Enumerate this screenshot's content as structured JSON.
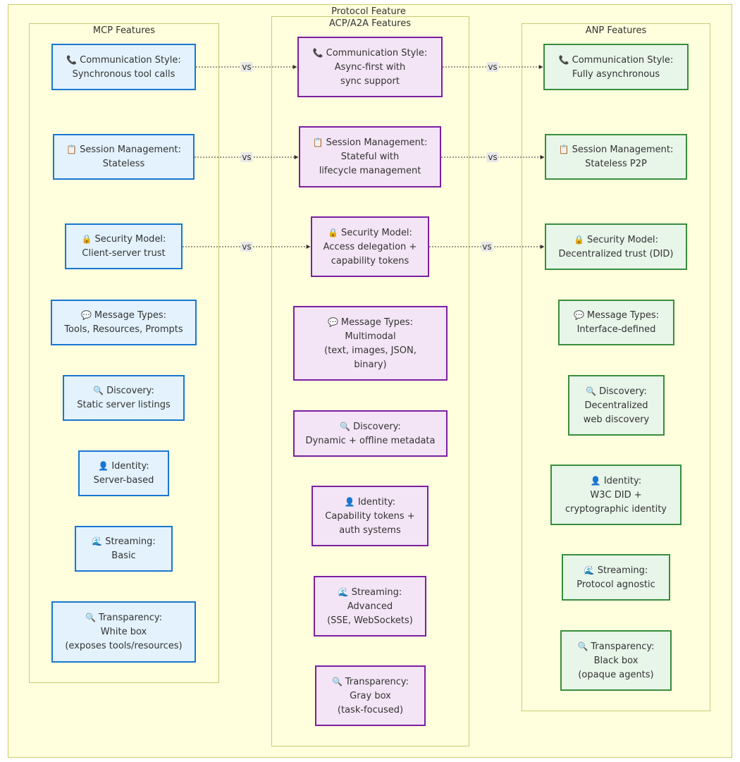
{
  "diagram": {
    "outer_title": "Protocol Feature",
    "edge_label": "vs",
    "groups": {
      "mcp": {
        "title": "MCP Features",
        "nodes": [
          {
            "icon": "📞",
            "icon_name": "phone-icon",
            "lines": [
              "Communication Style:",
              "Synchronous tool calls"
            ]
          },
          {
            "icon": "📋",
            "icon_name": "clipboard-icon",
            "lines": [
              "Session Management:",
              "Stateless"
            ]
          },
          {
            "icon": "🔒",
            "icon_name": "lock-icon",
            "lines": [
              "Security Model:",
              "Client-server trust"
            ]
          },
          {
            "icon": "💬",
            "icon_name": "speech-bubble-icon",
            "lines": [
              "Message Types:",
              "Tools, Resources, Prompts"
            ]
          },
          {
            "icon": "🔍",
            "icon_name": "magnifier-icon",
            "lines": [
              "Discovery:",
              "Static server listings"
            ]
          },
          {
            "icon": "👤",
            "icon_name": "person-icon",
            "lines": [
              "Identity:",
              "Server-based"
            ]
          },
          {
            "icon": "🌊",
            "icon_name": "wave-icon",
            "lines": [
              "Streaming:",
              "Basic"
            ]
          },
          {
            "icon": "🔍",
            "icon_name": "magnifier-icon",
            "lines": [
              "Transparency:",
              "White box",
              "(exposes tools/resources)"
            ]
          }
        ]
      },
      "acp": {
        "title": "ACP/A2A Features",
        "nodes": [
          {
            "icon": "📞",
            "icon_name": "phone-icon",
            "lines": [
              "Communication Style:",
              "Async-first with",
              "sync support"
            ]
          },
          {
            "icon": "📋",
            "icon_name": "clipboard-icon",
            "lines": [
              "Session Management:",
              "Stateful with",
              "lifecycle management"
            ]
          },
          {
            "icon": "🔒",
            "icon_name": "lock-icon",
            "lines": [
              "Security Model:",
              "Access delegation +",
              "capability tokens"
            ]
          },
          {
            "icon": "💬",
            "icon_name": "speech-bubble-icon",
            "lines": [
              "Message Types:",
              "Multimodal",
              "(text, images, JSON,",
              "binary)"
            ]
          },
          {
            "icon": "🔍",
            "icon_name": "magnifier-icon",
            "lines": [
              "Discovery:",
              "Dynamic + offline metadata"
            ]
          },
          {
            "icon": "👤",
            "icon_name": "person-icon",
            "lines": [
              "Identity:",
              "Capability tokens +",
              "auth systems"
            ]
          },
          {
            "icon": "🌊",
            "icon_name": "wave-icon",
            "lines": [
              "Streaming:",
              "Advanced",
              "(SSE, WebSockets)"
            ]
          },
          {
            "icon": "🔍",
            "icon_name": "magnifier-icon",
            "lines": [
              "Transparency:",
              "Gray box",
              "(task-focused)"
            ]
          }
        ]
      },
      "anp": {
        "title": "ANP Features",
        "nodes": [
          {
            "icon": "📞",
            "icon_name": "phone-icon",
            "lines": [
              "Communication Style:",
              "Fully asynchronous"
            ]
          },
          {
            "icon": "📋",
            "icon_name": "clipboard-icon",
            "lines": [
              "Session Management:",
              "Stateless P2P"
            ]
          },
          {
            "icon": "🔒",
            "icon_name": "lock-icon",
            "lines": [
              "Security Model:",
              "Decentralized trust (DID)"
            ]
          },
          {
            "icon": "💬",
            "icon_name": "speech-bubble-icon",
            "lines": [
              "Message Types:",
              "Interface-defined"
            ]
          },
          {
            "icon": "🔍",
            "icon_name": "magnifier-icon",
            "lines": [
              "Discovery:",
              "Decentralized",
              "web discovery"
            ]
          },
          {
            "icon": "👤",
            "icon_name": "person-icon",
            "lines": [
              "Identity:",
              "W3C DID +",
              "cryptographic identity"
            ]
          },
          {
            "icon": "🌊",
            "icon_name": "wave-icon",
            "lines": [
              "Streaming:",
              "Protocol agnostic"
            ]
          },
          {
            "icon": "🔍",
            "icon_name": "magnifier-icon",
            "lines": [
              "Transparency:",
              "Black box",
              "(opaque agents)"
            ]
          }
        ]
      }
    },
    "edges": [
      {
        "from": "mcp.0",
        "to": "acp.0"
      },
      {
        "from": "acp.0",
        "to": "anp.0"
      },
      {
        "from": "mcp.1",
        "to": "acp.1"
      },
      {
        "from": "acp.1",
        "to": "anp.1"
      },
      {
        "from": "mcp.2",
        "to": "acp.2"
      },
      {
        "from": "acp.2",
        "to": "anp.2"
      }
    ]
  }
}
